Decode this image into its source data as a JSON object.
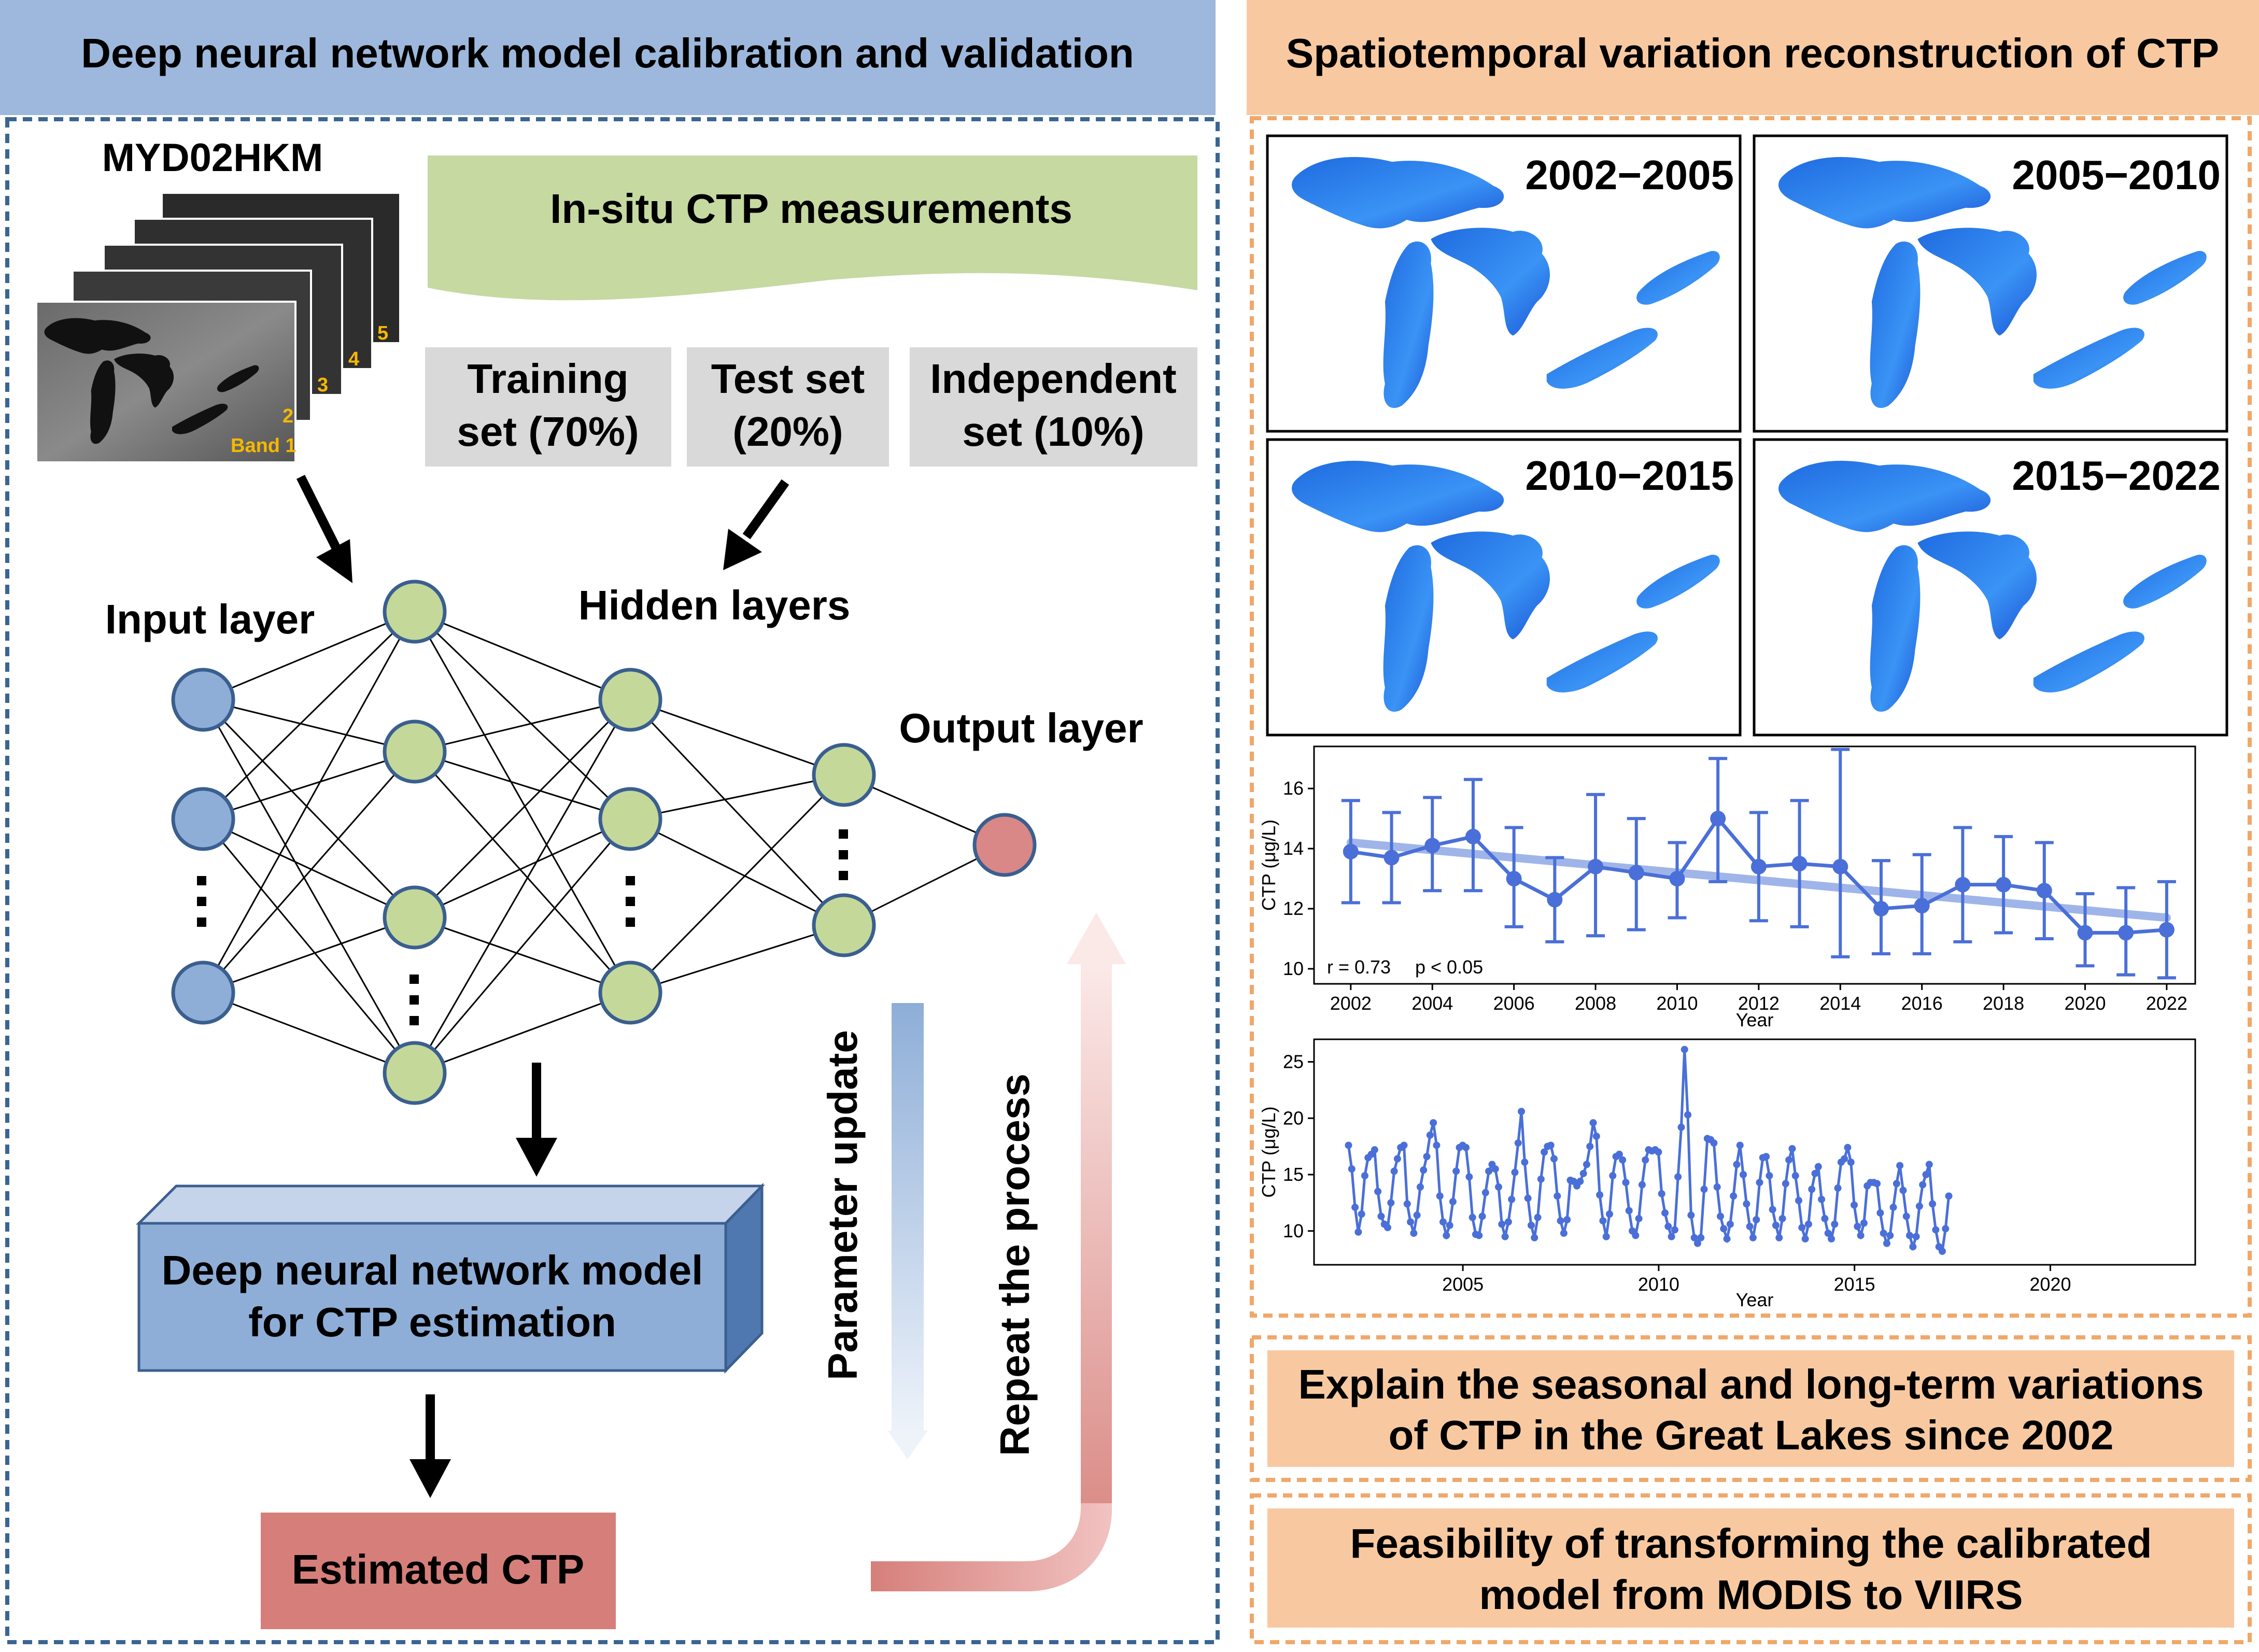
{
  "left_panel": {
    "header": "Deep neural network model calibration and validation",
    "sensor_label": "MYD02HKM",
    "band_labels": [
      "Band 1",
      "2",
      "3",
      "4",
      "5"
    ],
    "insitu_label": "In-situ CTP measurements",
    "splits": [
      {
        "line1": "Training",
        "line2": "set (70%)"
      },
      {
        "line1": "Test set",
        "line2": "(20%)"
      },
      {
        "line1": "Independent",
        "line2": "set (10%)"
      }
    ],
    "input_layer_label": "Input layer",
    "hidden_layers_label": "Hidden layers",
    "output_layer_label": "Output layer",
    "model_box": {
      "line1": "Deep neural network model",
      "line2": "for CTP estimation"
    },
    "estimated_label": "Estimated CTP",
    "parameter_update_label": "Parameter update",
    "repeat_label": "Repeat the process",
    "colors": {
      "header_bg": "#9db8dc",
      "input_node": "#8eaed8",
      "hidden_node": "#c4d89a",
      "output_node": "#d98787",
      "gray_box": "#d9d9d9",
      "green_banner": "#c5d9a1",
      "model_box": "#8eaed8",
      "estimated_box": "#d67f7a"
    }
  },
  "right_panel": {
    "header": "Spatiotemporal variation reconstruction of CTP",
    "map_periods": [
      "2002−2005",
      "2005−2010",
      "2010−2015",
      "2015−2022"
    ],
    "explain_box": {
      "line1": "Explain the seasonal and long-term variations",
      "line2": "of CTP in the Great Lakes since 2002"
    },
    "feasibility_box": {
      "line1": "Feasibility of transforming the calibrated",
      "line2": "model from MODIS to VIIRS"
    },
    "colors": {
      "header_bg": "#f8c9a0",
      "box_bg": "#f8c9a0",
      "border": "#f0a86a"
    }
  },
  "chart_data": [
    {
      "type": "line",
      "x": [
        2002,
        2003,
        2004,
        2005,
        2006,
        2007,
        2008,
        2009,
        2010,
        2011,
        2012,
        2013,
        2014,
        2015,
        2016,
        2017,
        2018,
        2019,
        2020,
        2021,
        2022
      ],
      "series": [
        {
          "values": [
            13.9,
            13.7,
            14.1,
            14.4,
            13.0,
            12.3,
            13.4,
            13.2,
            13.0,
            15.0,
            13.4,
            13.5,
            13.4,
            12.0,
            12.1,
            12.8,
            12.8,
            12.6,
            11.2,
            11.2,
            11.3
          ],
          "error_low": [
            12.2,
            12.2,
            12.6,
            12.6,
            11.4,
            10.9,
            11.1,
            11.3,
            11.7,
            12.9,
            11.6,
            11.4,
            10.4,
            10.5,
            10.5,
            10.9,
            11.2,
            11.0,
            10.1,
            9.8,
            9.7
          ],
          "error_high": [
            15.6,
            15.2,
            15.7,
            16.3,
            14.7,
            13.7,
            15.8,
            15.0,
            14.2,
            17.0,
            15.2,
            15.6,
            17.3,
            13.6,
            13.8,
            14.7,
            14.4,
            14.2,
            12.5,
            12.7,
            12.9
          ]
        }
      ],
      "trend": {
        "x": [
          2002,
          2022
        ],
        "y": [
          14.2,
          11.7
        ]
      },
      "xlabel": "Year",
      "ylabel": "CTP (μg/L)",
      "xticks": [
        2002,
        2004,
        2006,
        2008,
        2010,
        2012,
        2014,
        2016,
        2018,
        2020,
        2022
      ],
      "yticks": [
        10,
        12,
        14,
        16
      ],
      "xlim": [
        2001.1,
        2022.7
      ],
      "ylim": [
        9.5,
        17.4
      ],
      "annotations": [
        "r = 0.73",
        "p < 0.05"
      ],
      "grid": false
    },
    {
      "type": "line",
      "x_start": 2002.08,
      "x_step": 0.0833,
      "series": [
        {
          "values": [
            17.6,
            15.5,
            12.1,
            9.9,
            11.5,
            14.9,
            16.5,
            16.8,
            17.2,
            13.5,
            11.3,
            10.6,
            10.3,
            12.5,
            15.3,
            16.4,
            17.4,
            17.6,
            12.4,
            10.8,
            9.8,
            11.4,
            13.9,
            15.4,
            16.6,
            18.5,
            19.6,
            17.6,
            13.1,
            10.8,
            9.6,
            10.5,
            12.6,
            15.3,
            17.4,
            17.6,
            17.4,
            14.8,
            11.2,
            9.7,
            9.6,
            11.3,
            13.4,
            15.3,
            15.9,
            15.5,
            13.9,
            10.6,
            9.5,
            10.8,
            12.8,
            15.2,
            17.8,
            20.6,
            16.1,
            12.9,
            10.5,
            9.4,
            11.2,
            14.6,
            17.0,
            17.5,
            17.6,
            16.4,
            13.1,
            10.9,
            9.8,
            11.0,
            14.5,
            14.4,
            14.0,
            14.4,
            15.1,
            15.9,
            17.5,
            19.6,
            18.4,
            13.2,
            10.9,
            9.5,
            11.5,
            14.9,
            16.6,
            16.8,
            16.3,
            14.3,
            11.8,
            10.0,
            9.6,
            11.1,
            14.1,
            16.3,
            17.2,
            17.1,
            17.2,
            17.0,
            13.3,
            11.6,
            10.4,
            9.5,
            10.1,
            14.8,
            19.2,
            26.1,
            20.3,
            11.4,
            9.4,
            8.9,
            9.4,
            13.7,
            18.2,
            18.1,
            17.8,
            13.9,
            11.3,
            10.2,
            9.3,
            10.6,
            13.1,
            15.9,
            17.6,
            15.0,
            12.4,
            10.4,
            9.4,
            11.0,
            14.3,
            16.5,
            16.6,
            14.9,
            11.9,
            10.5,
            9.4,
            11.1,
            14.2,
            16.3,
            17.3,
            14.9,
            12.7,
            10.3,
            9.3,
            10.6,
            13.7,
            15.1,
            15.7,
            12.8,
            11.1,
            9.8,
            9.3,
            10.6,
            13.8,
            16.1,
            16.4,
            17.4,
            16.1,
            12.3,
            10.4,
            9.6,
            10.7,
            14.0,
            14.3,
            14.3,
            14.2,
            11.6,
            9.8,
            8.9,
            9.6,
            12.1,
            14.2,
            15.8,
            13.6,
            11.3,
            9.6,
            8.6,
            9.5,
            12.2,
            14.1,
            15.0,
            15.9,
            12.4,
            10.1,
            8.6,
            8.2,
            10.2,
            13.1
          ]
        }
      ],
      "xlabel": "Year",
      "ylabel": "CTP (μg/L)",
      "xticks": [
        2005,
        2010,
        2015,
        2020
      ],
      "yticks": [
        10,
        15,
        20,
        25
      ],
      "xlim": [
        2001.2,
        2023.7
      ],
      "ylim": [
        7.0,
        27.0
      ],
      "grid": false
    }
  ]
}
